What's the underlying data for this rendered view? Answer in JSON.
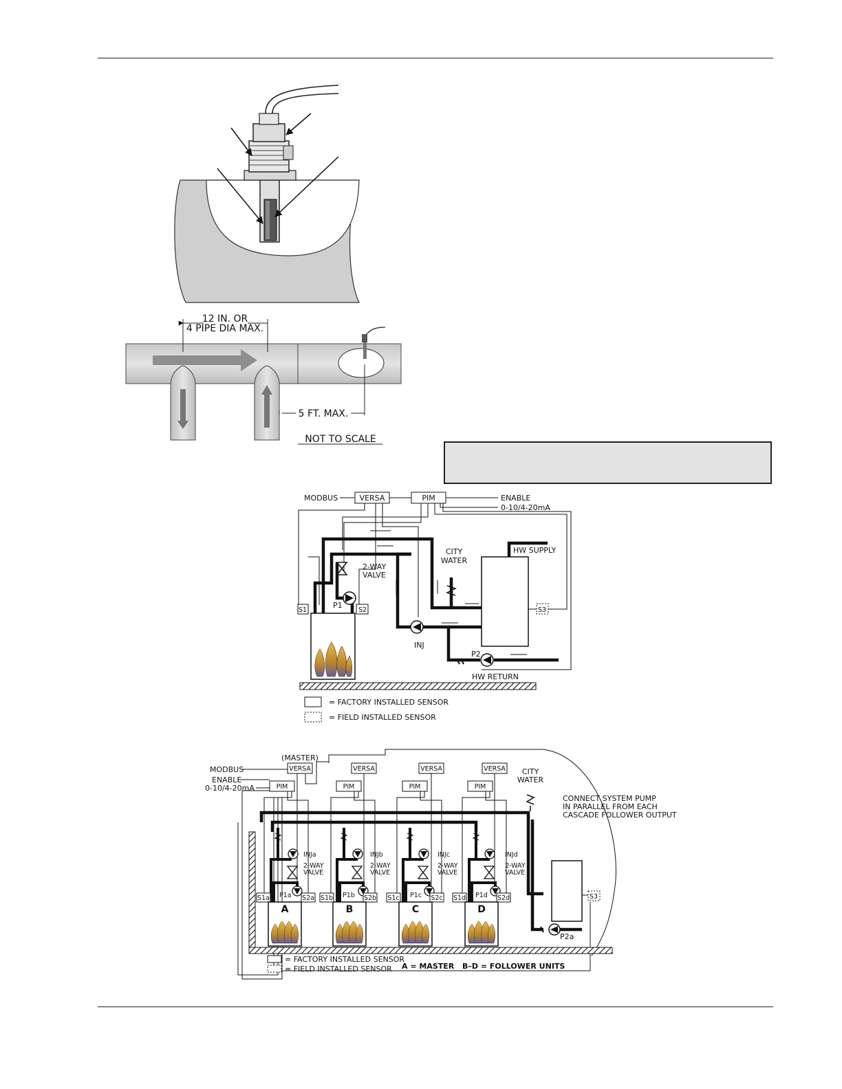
{
  "figure1": {
    "spacing_label_line1": "12 IN. OR",
    "spacing_label_line2": "4 PIPE DIA MAX.",
    "distance_label": "5 FT. MAX.",
    "scale_note": "NOT TO SCALE"
  },
  "figure2": {
    "modbus": "MODBUS",
    "versa": "VERSA",
    "pim": "PIM",
    "enable": "ENABLE",
    "analog_input": "0-10/4-20mA",
    "city_line1": "CITY",
    "city_line2": "WATER",
    "hw_supply": "HW SUPPLY",
    "valve_line1": "2-WAY",
    "valve_line2": "VALVE",
    "p1": "P1",
    "p2": "P2",
    "s1": "S1",
    "s2": "S2",
    "s3": "S3",
    "inj": "INJ",
    "hw_return": "HW RETURN",
    "legend_factory": "= FACTORY INSTALLED SENSOR",
    "legend_field": "= FIELD INSTALLED SENSOR"
  },
  "figure3": {
    "master": "(MASTER)",
    "modbus": "MODBUS",
    "enable": "ENABLE",
    "analog_input": "0-10/4-20mA",
    "versa": "VERSA",
    "pim": "PIM",
    "city_line1": "CITY",
    "city_line2": "WATER",
    "note_line1": "CONNECT SYSTEM PUMP",
    "note_line2": "IN PARALLEL FROM EACH",
    "note_line3": "CASCADE FOLLOWER OUTPUT",
    "valve_line1": "2-WAY",
    "valve_line2": "VALVE",
    "units": [
      {
        "letter": "A",
        "inj": "INJa",
        "p1": "P1a",
        "s1": "S1a",
        "s2": "S2a"
      },
      {
        "letter": "B",
        "inj": "INJb",
        "p1": "P1b",
        "s1": "S1b",
        "s2": "S2b"
      },
      {
        "letter": "C",
        "inj": "INJc",
        "p1": "P1c",
        "s1": "S1c",
        "s2": "S2c"
      },
      {
        "letter": "D",
        "inj": "INJd",
        "p1": "P1d",
        "s1": "S1d",
        "s2": "S2d"
      }
    ],
    "s3": "S3",
    "p2a": "P2a",
    "legend_factory": "= FACTORY INSTALLED SENSOR",
    "legend_field": "= FIELD INSTALLED SENSOR",
    "legend_master": "A = MASTER",
    "legend_followers": "B–D = FOLLOWER UNITS"
  }
}
